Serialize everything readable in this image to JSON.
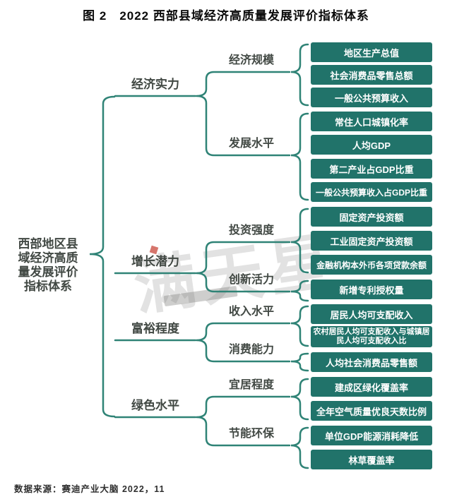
{
  "title": "图 2　2022 西部县域经济高质量发展评价指标体系",
  "source": "数据来源：赛迪产业大脑  2022，11",
  "watermark": {
    "text": "满天星"
  },
  "root": {
    "label": "西部地区县域经济高质量发展评价指标体系"
  },
  "branches": [
    {
      "label": "经济实力",
      "children": [
        {
          "label": "经济规模",
          "leaves": [
            "地区生产总值",
            "社会消费品零售总额",
            "一般公共预算收入"
          ]
        },
        {
          "label": "发展水平",
          "leaves": [
            "常住人口城镇化率",
            "人均GDP",
            "第二产业占GDP比重",
            "一般公共预算收入占GDP比重"
          ]
        }
      ]
    },
    {
      "label": "增长潜力",
      "children": [
        {
          "label": "投资强度",
          "leaves": [
            "固定资产投资额",
            "工业固定资产投资额",
            "金融机构本外币各项贷款余额"
          ]
        },
        {
          "label": "创新活力",
          "leaves": [
            "新增专利授权量"
          ]
        }
      ]
    },
    {
      "label": "富裕程度",
      "children": [
        {
          "label": "收入水平",
          "leaves": [
            "居民人均可支配收入",
            "农村居民人均可支配收入与城镇居民人均可支配收入比"
          ]
        },
        {
          "label": "消费能力",
          "leaves": [
            "人均社会消费品零售额"
          ]
        }
      ]
    },
    {
      "label": "绿色水平",
      "children": [
        {
          "label": "宜居程度",
          "leaves": [
            "建成区绿化覆盖率",
            "全年空气质量优良天数比例"
          ]
        },
        {
          "label": "节能环保",
          "leaves": [
            "单位GDP能源消耗降低",
            "林草覆盖率"
          ]
        }
      ]
    }
  ],
  "colors": {
    "node_green": "#21736a",
    "line_teal": "#2f8376",
    "label_dark": "#414843",
    "watermark_red": "#c53b2d"
  }
}
